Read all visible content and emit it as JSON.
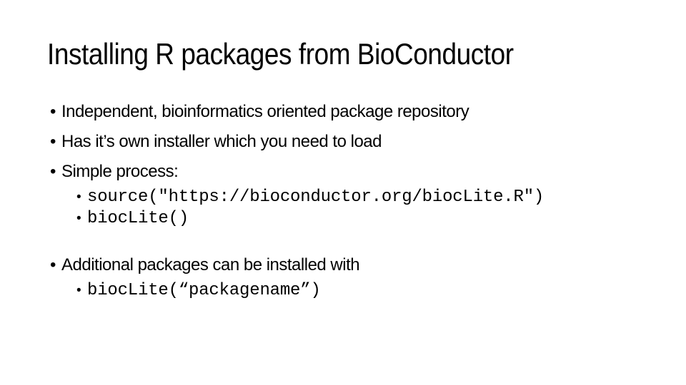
{
  "slide": {
    "title": "Installing R packages from BioConductor",
    "bullet_glyph": "•",
    "bullets": [
      {
        "level": 1,
        "style": "body",
        "gap_before": false,
        "text": "Independent, bioinformatics oriented package repository"
      },
      {
        "level": 1,
        "style": "body",
        "gap_before": false,
        "text": "Has it’s own installer which you need to load"
      },
      {
        "level": 1,
        "style": "body",
        "gap_before": false,
        "text": "Simple process:"
      },
      {
        "level": 2,
        "style": "code",
        "gap_before": false,
        "text": "source(\"https://bioconductor.org/biocLite.R\")"
      },
      {
        "level": 2,
        "style": "code",
        "gap_before": false,
        "text": "biocLite()"
      },
      {
        "level": 1,
        "style": "body",
        "gap_before": true,
        "text": "Additional packages can be installed with"
      },
      {
        "level": 2,
        "style": "code",
        "gap_before": false,
        "text": "biocLite(“packagename”)"
      }
    ],
    "colors": {
      "background": "#ffffff",
      "text": "#000000"
    }
  }
}
